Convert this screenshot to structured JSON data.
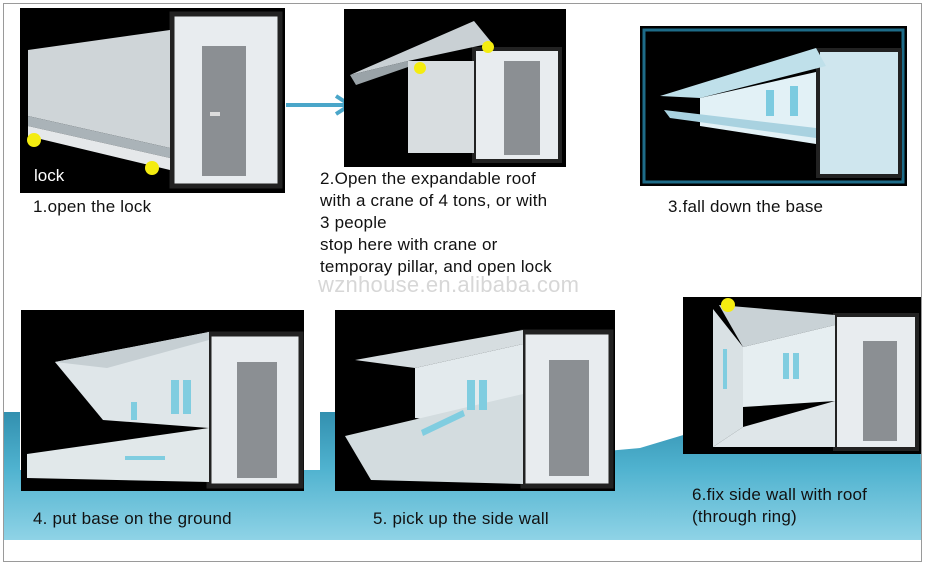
{
  "watermark": "wznhouse.en.alibaba.com",
  "lock_label": "lock",
  "steps": [
    {
      "caption": [
        "1.open the lock"
      ]
    },
    {
      "caption": [
        "2.Open the expandable roof",
        "with a crane of 4 tons, or with",
        "3 people",
        "stop here with crane or",
        "temporay pillar, and open lock"
      ]
    },
    {
      "caption": [
        "3.fall down the base"
      ]
    },
    {
      "caption": [
        "4. put base on the ground"
      ]
    },
    {
      "caption": [
        "5. pick up the side wall"
      ]
    },
    {
      "caption": [
        "6.fix side wall with roof",
        "(through ring)"
      ]
    }
  ],
  "colors": {
    "background_blue": "#2d8fb0",
    "marker_yellow": "#f4ec10",
    "arrow": "#4aa6c9"
  }
}
